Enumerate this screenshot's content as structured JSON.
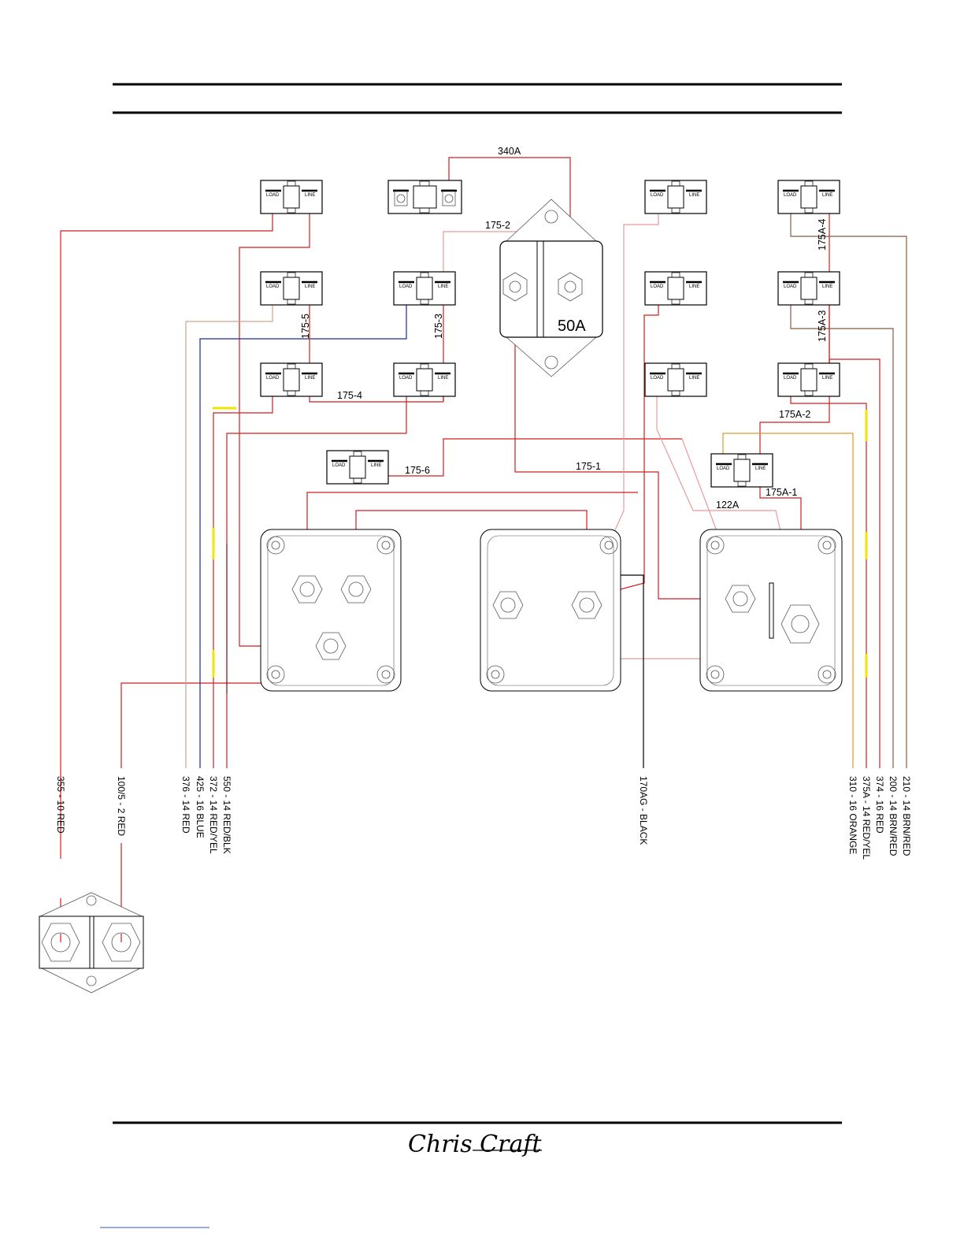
{
  "colors": {
    "red": "#d21f1f",
    "pink": "#e89a9a",
    "blue": "#1c2a9e",
    "orange": "#d99a2a",
    "brown": "#8a5a40",
    "tan": "#c8a58a",
    "yellow": "#f2e600",
    "black": "#000000"
  },
  "breaker_terminals": {
    "load": "LOAD",
    "line": "LINE"
  },
  "main_breaker": {
    "rating": "50A"
  },
  "wire_ids": {
    "w340A": "340A",
    "w175_2": "175-2",
    "w175_5": "175-5",
    "w175_3": "175-3",
    "w175_4": "175-4",
    "w175_6": "175-6",
    "w175_1": "175-1",
    "w175A_4": "175A-4",
    "w175A_3": "175A-3",
    "w175A_2": "175A-2",
    "w175A_1": "175A-1",
    "w122A": "122A"
  },
  "left_wires": [
    {
      "id": "355",
      "label": "355 - 10 RED"
    },
    {
      "id": "100_5",
      "label": "100/5 - 2 RED"
    },
    {
      "id": "376",
      "label": "376 - 14 RED"
    },
    {
      "id": "425",
      "label": "425 - 16 BLUE"
    },
    {
      "id": "372",
      "label": "372 - 14 RED/YEL"
    },
    {
      "id": "550",
      "label": "550 - 14 RED/BLK"
    }
  ],
  "center_wires": [
    {
      "id": "170AG",
      "label": "170AG - BLACK"
    }
  ],
  "right_wires": [
    {
      "id": "310",
      "label": "310 - 16 ORANGE"
    },
    {
      "id": "375A",
      "label": "375A - 14 RED/YEL"
    },
    {
      "id": "374",
      "label": "374 - 16 RED"
    },
    {
      "id": "200",
      "label": "200 - 14 BRN/RED"
    },
    {
      "id": "210",
      "label": "210 - 14 BRN/RED"
    }
  ],
  "footer": {
    "brand": "Chris Craft"
  }
}
